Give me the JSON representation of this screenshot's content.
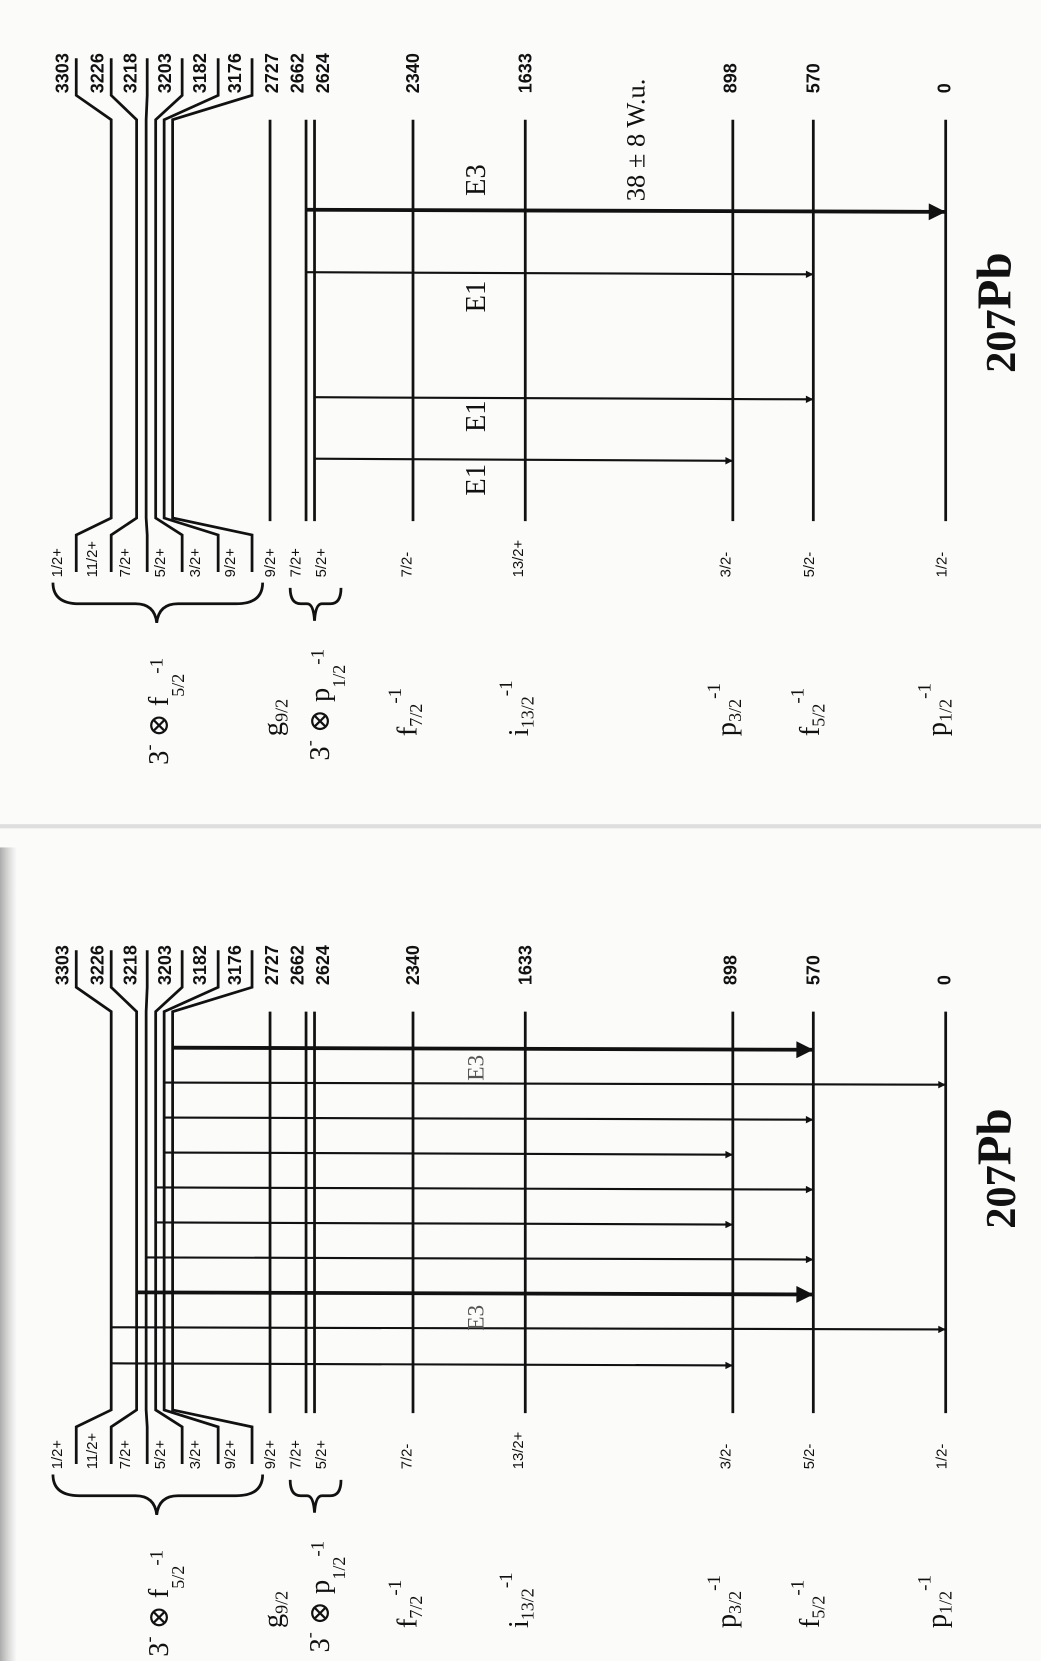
{
  "panels": [
    {
      "id": "top",
      "nucleus": {
        "mass": "207",
        "symbol": "Pb"
      },
      "annotation": "38 ± 8 W.u.",
      "multiplet_f52": {
        "energies": [
          "3303",
          "3226",
          "3218",
          "3203",
          "3182",
          "3176"
        ],
        "spins": [
          "1/2+",
          "11/2+",
          "7/2+",
          "5/2+",
          "3/2+",
          "9/2+"
        ]
      },
      "levels": [
        {
          "energy": "2727",
          "spin": "9/2+"
        },
        {
          "energy": "2662",
          "spin": "7/2+"
        },
        {
          "energy": "2624",
          "spin": "5/2+"
        },
        {
          "energy": "2340",
          "spin": "7/2-"
        },
        {
          "energy": "1633",
          "spin": "13/2+"
        },
        {
          "energy": "898",
          "spin": "3/2-"
        },
        {
          "energy": "570",
          "spin": "5/2-"
        },
        {
          "energy": "0",
          "spin": "1/2-"
        }
      ],
      "configs": [
        {
          "pre": "3",
          "pre_sup": "-",
          "base": " ⊗ f",
          "sub": "5/2",
          "sup": "-1"
        },
        {
          "pre": "",
          "pre_sup": "",
          "base": "g",
          "sub": "9/2",
          "sup": ""
        },
        {
          "pre": "3",
          "pre_sup": "-",
          "base": " ⊗ p",
          "sub": "1/2",
          "sup": "-1"
        },
        {
          "pre": "",
          "pre_sup": "",
          "base": "f",
          "sub": "7/2",
          "sup": "-1"
        },
        {
          "pre": "",
          "pre_sup": "",
          "base": "i",
          "sub": "13/2",
          "sup": "-1"
        },
        {
          "pre": "",
          "pre_sup": "",
          "base": "p",
          "sub": "3/2",
          "sup": "-1"
        },
        {
          "pre": "",
          "pre_sup": "",
          "base": "f",
          "sub": "5/2",
          "sup": "-1"
        },
        {
          "pre": "",
          "pre_sup": "",
          "base": "p",
          "sub": "1/2",
          "sup": "-1"
        }
      ],
      "transitions": [
        {
          "from": "2662",
          "to": "0",
          "bold": true
        },
        {
          "from": "2662",
          "to": "570",
          "bold": false
        },
        {
          "from": "2624",
          "to": "570",
          "bold": false
        },
        {
          "from": "2624",
          "to": "898",
          "bold": false
        }
      ],
      "multipolarity_labels": [
        "E3",
        "E1",
        "E1",
        "E1"
      ]
    },
    {
      "id": "bottom",
      "nucleus": {
        "mass": "207",
        "symbol": "Pb"
      },
      "annotation": "",
      "multiplet_f52": {
        "energies": [
          "3303",
          "3226",
          "3218",
          "3203",
          "3182",
          "3176"
        ],
        "spins": [
          "1/2+",
          "11/2+",
          "7/2+",
          "5/2+",
          "3/2+",
          "9/2+"
        ]
      },
      "levels": [
        {
          "energy": "2727",
          "spin": "9/2+"
        },
        {
          "energy": "2662",
          "spin": "7/2+"
        },
        {
          "energy": "2624",
          "spin": "5/2+"
        },
        {
          "energy": "2340",
          "spin": "7/2-"
        },
        {
          "energy": "1633",
          "spin": "13/2+"
        },
        {
          "energy": "898",
          "spin": "3/2-"
        },
        {
          "energy": "570",
          "spin": "5/2-"
        },
        {
          "energy": "0",
          "spin": "1/2-"
        }
      ],
      "configs": [
        {
          "pre": "3",
          "pre_sup": "-",
          "base": " ⊗ f",
          "sub": "5/2",
          "sup": "-1"
        },
        {
          "pre": "",
          "pre_sup": "",
          "base": "g",
          "sub": "9/2",
          "sup": ""
        },
        {
          "pre": "3",
          "pre_sup": "-",
          "base": " ⊗ p",
          "sub": "1/2",
          "sup": "-1"
        },
        {
          "pre": "",
          "pre_sup": "",
          "base": "f",
          "sub": "7/2",
          "sup": "-1"
        },
        {
          "pre": "",
          "pre_sup": "",
          "base": "i",
          "sub": "13/2",
          "sup": "-1"
        },
        {
          "pre": "",
          "pre_sup": "",
          "base": "p",
          "sub": "3/2",
          "sup": "-1"
        },
        {
          "pre": "",
          "pre_sup": "",
          "base": "f",
          "sub": "5/2",
          "sup": "-1"
        },
        {
          "pre": "",
          "pre_sup": "",
          "base": "p",
          "sub": "1/2",
          "sup": "-1"
        }
      ],
      "transitions": [
        {
          "from": "3176",
          "to": "570",
          "bold": true
        },
        {
          "from": "3182",
          "to": "0",
          "bold": false
        },
        {
          "from": "3182",
          "to": "570",
          "bold": false
        },
        {
          "from": "3182",
          "to": "898",
          "bold": false
        },
        {
          "from": "3203",
          "to": "570",
          "bold": false
        },
        {
          "from": "3203",
          "to": "898",
          "bold": false
        },
        {
          "from": "3218",
          "to": "570",
          "bold": false
        },
        {
          "from": "3226",
          "to": "570",
          "bold": true
        },
        {
          "from": "3303",
          "to": "0",
          "bold": false
        },
        {
          "from": "3303",
          "to": "898",
          "bold": false
        }
      ],
      "multipolarity_labels": [
        "E3",
        "E3"
      ]
    }
  ],
  "colors": {
    "ink": "#111111",
    "paper": "#fbfbfa",
    "faint": "#555555"
  }
}
